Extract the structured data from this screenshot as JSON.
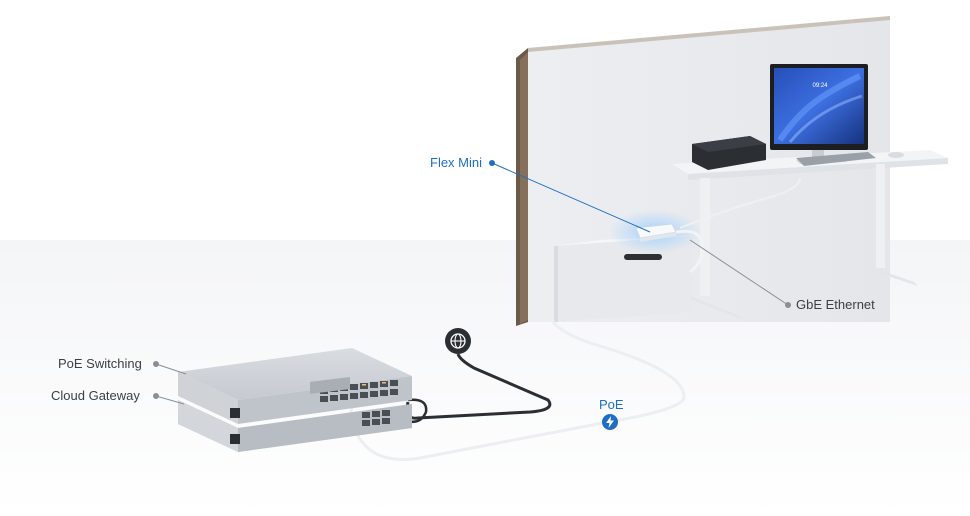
{
  "labels": {
    "flex_mini": "Flex Mini",
    "gbe_ethernet": "GbE Ethernet",
    "poe_switching": "PoE Switching",
    "cloud_gateway": "Cloud Gateway",
    "poe": "PoE"
  },
  "monitor": {
    "clock": "09:24"
  },
  "icons": {
    "internet": "globe-icon",
    "power": "lightning-bolt-icon"
  },
  "colors": {
    "accent": "#1f6ec4",
    "label_text": "#3c4046",
    "leader_dot": "#8a8f96",
    "wall": "#e9ebee",
    "monitor_screen": "#1e3f9a"
  }
}
